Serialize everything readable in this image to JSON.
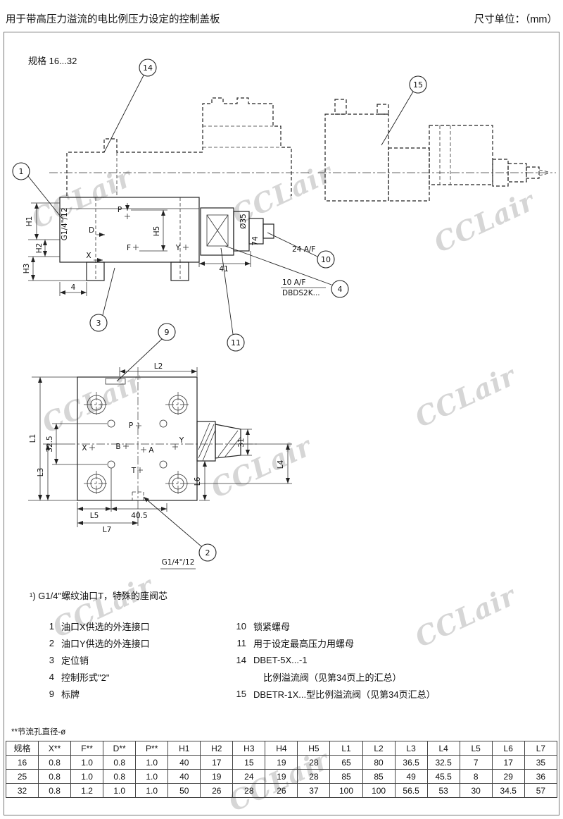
{
  "header": {
    "title": "用于带高压力溢流的电比例压力设定的控制盖板",
    "unit": "尺寸单位：（mm）"
  },
  "drawing": {
    "spec_label": "规格 16...32",
    "watermark": "CCLair",
    "callouts": {
      "n1": "1",
      "n2": "2",
      "n3": "3",
      "n4": "4",
      "n9": "9",
      "n10": "10",
      "n11": "11",
      "n14": "14",
      "n15": "15"
    },
    "top": {
      "g14": "G1/4\"/12",
      "h1": "H1",
      "h2": "H2",
      "h3": "H3",
      "h5": "H5",
      "d": "D",
      "x": "X",
      "p": "P",
      "f": "F",
      "y": "Y",
      "dim41": "41",
      "dim4": "4",
      "dia35": "Ø35",
      "dim74": "74",
      "af24": "24 A/F",
      "af10": "10 A/F",
      "dbds": "DBDS2K..."
    },
    "bottom": {
      "l1": "L1",
      "l2": "L2",
      "l3": "L3",
      "l4": "L4",
      "l5": "L5",
      "l6": "L6",
      "l7": "L7",
      "d325": "32.5",
      "d405": "40.5",
      "d31": "31",
      "p": "P",
      "t": "T",
      "a": "A",
      "b": "B",
      "x": "X",
      "y": "Y",
      "g14": "G1/4\"/12"
    }
  },
  "footnote": "¹) G1/4\"螺纹油口T，特殊的座阀芯",
  "legend": {
    "left": [
      {
        "num": "1",
        "text": "油口X供选的外连接口"
      },
      {
        "num": "2",
        "text": "油口Y供选的外连接口"
      },
      {
        "num": "3",
        "text": "定位销"
      },
      {
        "num": "4",
        "text": "控制形式\"2\""
      },
      {
        "num": "9",
        "text": "标牌"
      }
    ],
    "right": [
      {
        "num": "10",
        "text": "锁紧螺母"
      },
      {
        "num": "11",
        "text": "用于设定最高压力用螺母"
      },
      {
        "num": "14",
        "text": "DBET-5X...-1"
      },
      {
        "num": "",
        "text": "比例溢流阀（见第34页上的汇总）"
      },
      {
        "num": "15",
        "text": "DBETR-1X...型比例溢流阀（见第34页汇总）"
      }
    ]
  },
  "table_note": "**节流孔直径-ø",
  "table": {
    "headers": [
      "规格",
      "X**",
      "F**",
      "D**",
      "P**",
      "H1",
      "H2",
      "H3",
      "H4",
      "H5",
      "L1",
      "L2",
      "L3",
      "L4",
      "L5",
      "L6",
      "L7"
    ],
    "rows": [
      [
        "16",
        "0.8",
        "1.0",
        "0.8",
        "1.0",
        "40",
        "17",
        "15",
        "19",
        "28",
        "65",
        "80",
        "36.5",
        "32.5",
        "7",
        "17",
        "35"
      ],
      [
        "25",
        "0.8",
        "1.0",
        "0.8",
        "1.0",
        "40",
        "19",
        "24",
        "19",
        "28",
        "85",
        "85",
        "49",
        "45.5",
        "8",
        "29",
        "36"
      ],
      [
        "32",
        "0.8",
        "1.2",
        "1.0",
        "1.0",
        "50",
        "26",
        "28",
        "26",
        "37",
        "100",
        "100",
        "56.5",
        "53",
        "30",
        "34.5",
        "57"
      ]
    ]
  }
}
